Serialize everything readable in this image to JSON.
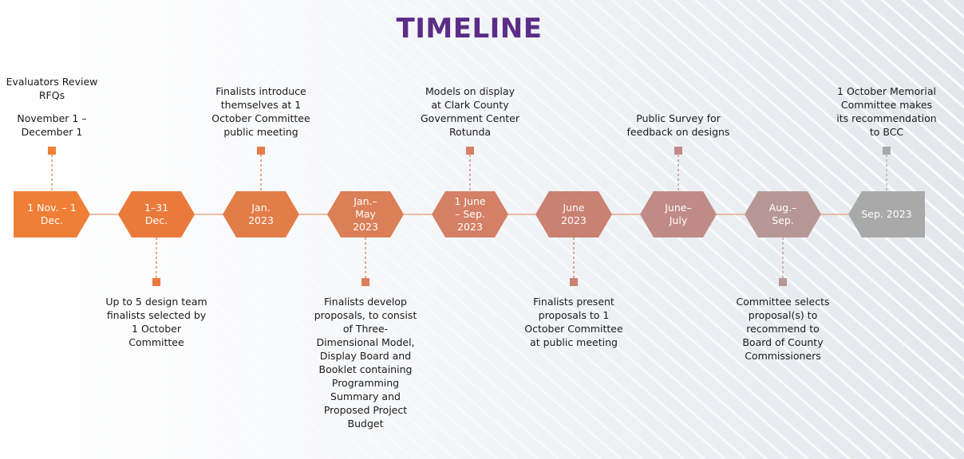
{
  "title": "TIMELINE",
  "colors": {
    "title": "#5b2d86",
    "connector": "#e8a98a",
    "shape_fills": [
      "#ef7f36",
      "#ea7a3c",
      "#e27d48",
      "#da7f57",
      "#d38066",
      "#c98172",
      "#c08b86",
      "#b79795",
      "#a9a9a9"
    ]
  },
  "steps": [
    {
      "label": "1 Nov. – 1 Dec.",
      "lines": [
        "1 Nov. – 1",
        "Dec."
      ]
    },
    {
      "label": "1–31 Dec.",
      "lines": [
        "1–31",
        "Dec."
      ]
    },
    {
      "label": "Jan. 2023",
      "lines": [
        "Jan.",
        "2023"
      ]
    },
    {
      "label": "Jan.– May 2023",
      "lines": [
        "Jan.–",
        "May",
        "2023"
      ]
    },
    {
      "label": "1 June – Sep. 2023",
      "lines": [
        "1 June",
        "– Sep.",
        "2023"
      ]
    },
    {
      "label": "June 2023",
      "lines": [
        "June",
        "2023"
      ]
    },
    {
      "label": "June– July",
      "lines": [
        "June–",
        "July"
      ]
    },
    {
      "label": "Aug.– Sep.",
      "lines": [
        "Aug.–",
        "Sep."
      ]
    },
    {
      "label": "Sep. 2023",
      "lines": [
        "Sep. 2023"
      ]
    }
  ],
  "notes_above": [
    {
      "step": 0,
      "lines": [
        "Evaluators Review",
        "RFQs"
      ],
      "sub": [
        "November 1 –",
        "December 1"
      ]
    },
    {
      "step": 2,
      "lines": [
        "Finalists introduce",
        "themselves at 1",
        "October Committee",
        "public meeting"
      ]
    },
    {
      "step": 4,
      "lines": [
        "Models on display",
        "at Clark County",
        "Government Center",
        "Rotunda"
      ]
    },
    {
      "step": 6,
      "lines": [
        "Public Survey for",
        "feedback on designs"
      ]
    },
    {
      "step": 8,
      "lines": [
        "1 October Memorial",
        "Committee makes",
        "its recommendation",
        "to BCC"
      ]
    }
  ],
  "notes_below": [
    {
      "step": 1,
      "lines": [
        "Up to 5 design team",
        "finalists selected by",
        "1 October",
        "Committee"
      ]
    },
    {
      "step": 3,
      "lines": [
        "Finalists develop",
        "proposals, to consist",
        "of Three-",
        "Dimensional Model,",
        "Display Board and",
        "Booklet containing",
        "Programming",
        "Summary and",
        "Proposed Project",
        "Budget"
      ]
    },
    {
      "step": 5,
      "lines": [
        "Finalists present",
        "proposals to 1",
        "October Committee",
        "at public meeting"
      ]
    },
    {
      "step": 7,
      "lines": [
        "Committee selects",
        "proposal(s) to",
        "recommend to",
        "Board of County",
        "Commissioners"
      ]
    }
  ]
}
